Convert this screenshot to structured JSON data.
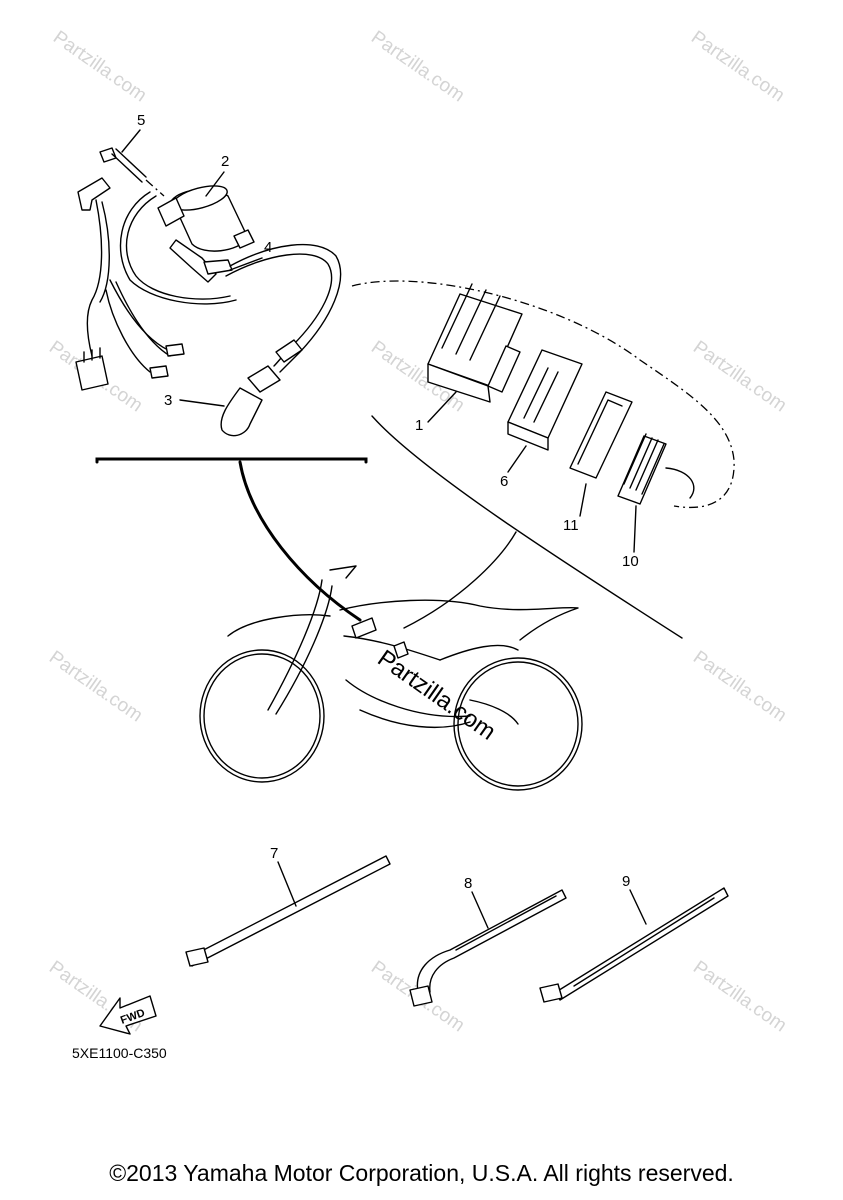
{
  "watermark": {
    "text": "Partzilla.com",
    "center_text": "Partzilla.com"
  },
  "callouts": {
    "c1": "1",
    "c2": "2",
    "c3": "3",
    "c4": "4",
    "c5": "5",
    "c6": "6",
    "c7": "7",
    "c8": "8",
    "c9": "9",
    "c10": "10",
    "c11": "11"
  },
  "fwd_label": "FWD",
  "diagram_code": "5XE1100-C350",
  "copyright": "©2013 Yamaha Motor Corporation, U.S.A. All rights reserved."
}
